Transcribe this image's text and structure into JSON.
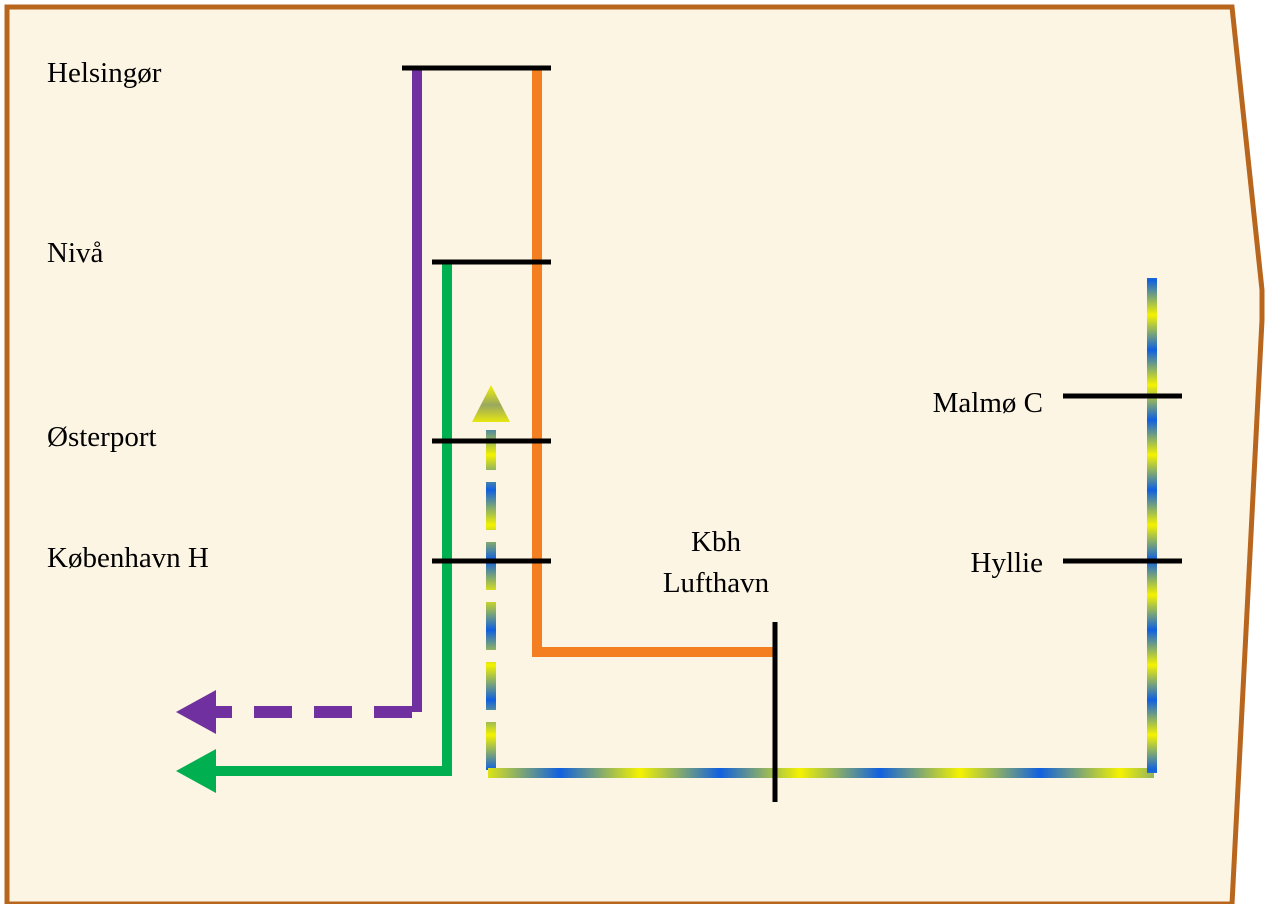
{
  "colors": {
    "background": "#fdf5e4",
    "border": "#b8651e",
    "purple_line": "#7030a0",
    "green_line": "#00b050",
    "orange_line": "#f47f21",
    "blue_yellow_blue": "#1060e0",
    "blue_yellow_yellow": "#f4f200",
    "station_tick": "#000000"
  },
  "stations": {
    "helsingor": "Helsingør",
    "niva": "Nivå",
    "osterport": "Østerport",
    "kobenhavn_h": "København H",
    "kbh_lufthavn_line1": "Kbh",
    "kbh_lufthavn_line2": "Lufthavn",
    "malmo_c": "Malmø C",
    "hyllie": "Hyllie"
  }
}
